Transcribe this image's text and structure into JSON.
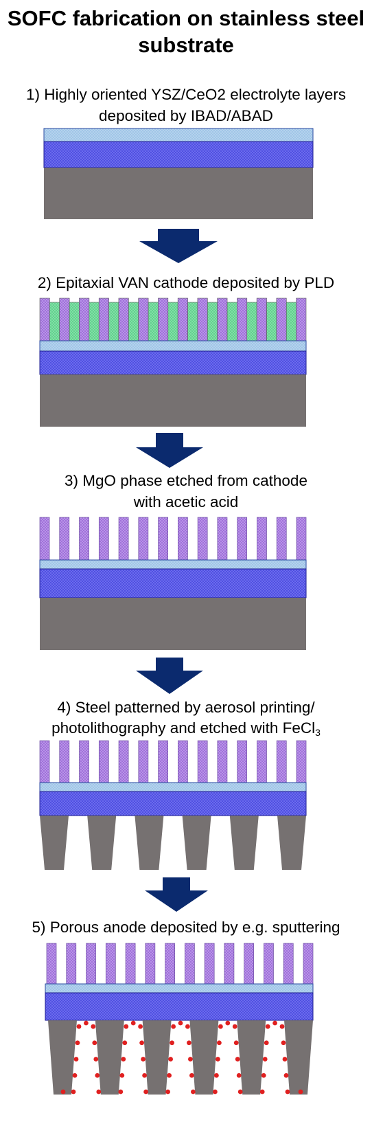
{
  "title": {
    "line1": "SOFC fabrication on stainless steel",
    "line2": "substrate"
  },
  "steps": [
    {
      "line1": "1) Highly oriented YSZ/CeO2 electrolyte layers",
      "line2": "deposited by IBAD/ABAD"
    },
    {
      "line1": "2) Epitaxial VAN cathode deposited by PLD",
      "line2": ""
    },
    {
      "line1": "3) MgO phase etched from cathode",
      "line2": "with acetic acid"
    },
    {
      "line1": "4) Steel patterned by aerosol printing/",
      "line2": "photolithography and etched with FeCl",
      "sub": "3"
    },
    {
      "line1": "5) Porous anode deposited by e.g. sputtering",
      "line2": ""
    }
  ],
  "colors": {
    "steel": "#767171",
    "electrolyte_top": "#9dc3e6",
    "electrolyte_main": "#4a4ae0",
    "cathode_pillar": "#9b6ad6",
    "mgo_phase": "#5ccf8a",
    "arrow": "#0b2a6e",
    "anode_dots": "#e02020"
  }
}
